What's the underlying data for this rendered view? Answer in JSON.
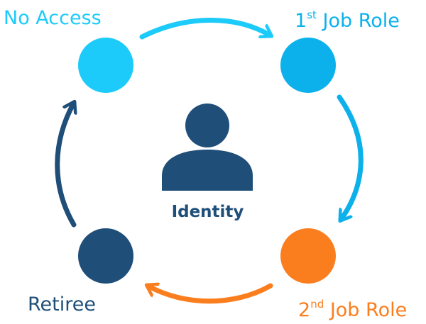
{
  "center": {
    "label": "Identity"
  },
  "stages": [
    {
      "label": "No Access",
      "ordinal": "",
      "suffix": "",
      "color": "#1dcbfa"
    },
    {
      "label": "Job Role",
      "ordinal": "1",
      "suffix": "st",
      "color": "#0cb1ec"
    },
    {
      "label": "Job Role",
      "ordinal": "2",
      "suffix": "nd",
      "color": "#fb7e1e"
    },
    {
      "label": "Retiree",
      "ordinal": "",
      "suffix": "",
      "color": "#1f4e79"
    }
  ],
  "colors": {
    "light_blue": "#1dcbfa",
    "blue": "#0cb1ec",
    "orange": "#fb7e1e",
    "navy": "#1f4e79"
  },
  "icons": {
    "center": "person-icon",
    "arrows": "curved-arrow-icon"
  }
}
